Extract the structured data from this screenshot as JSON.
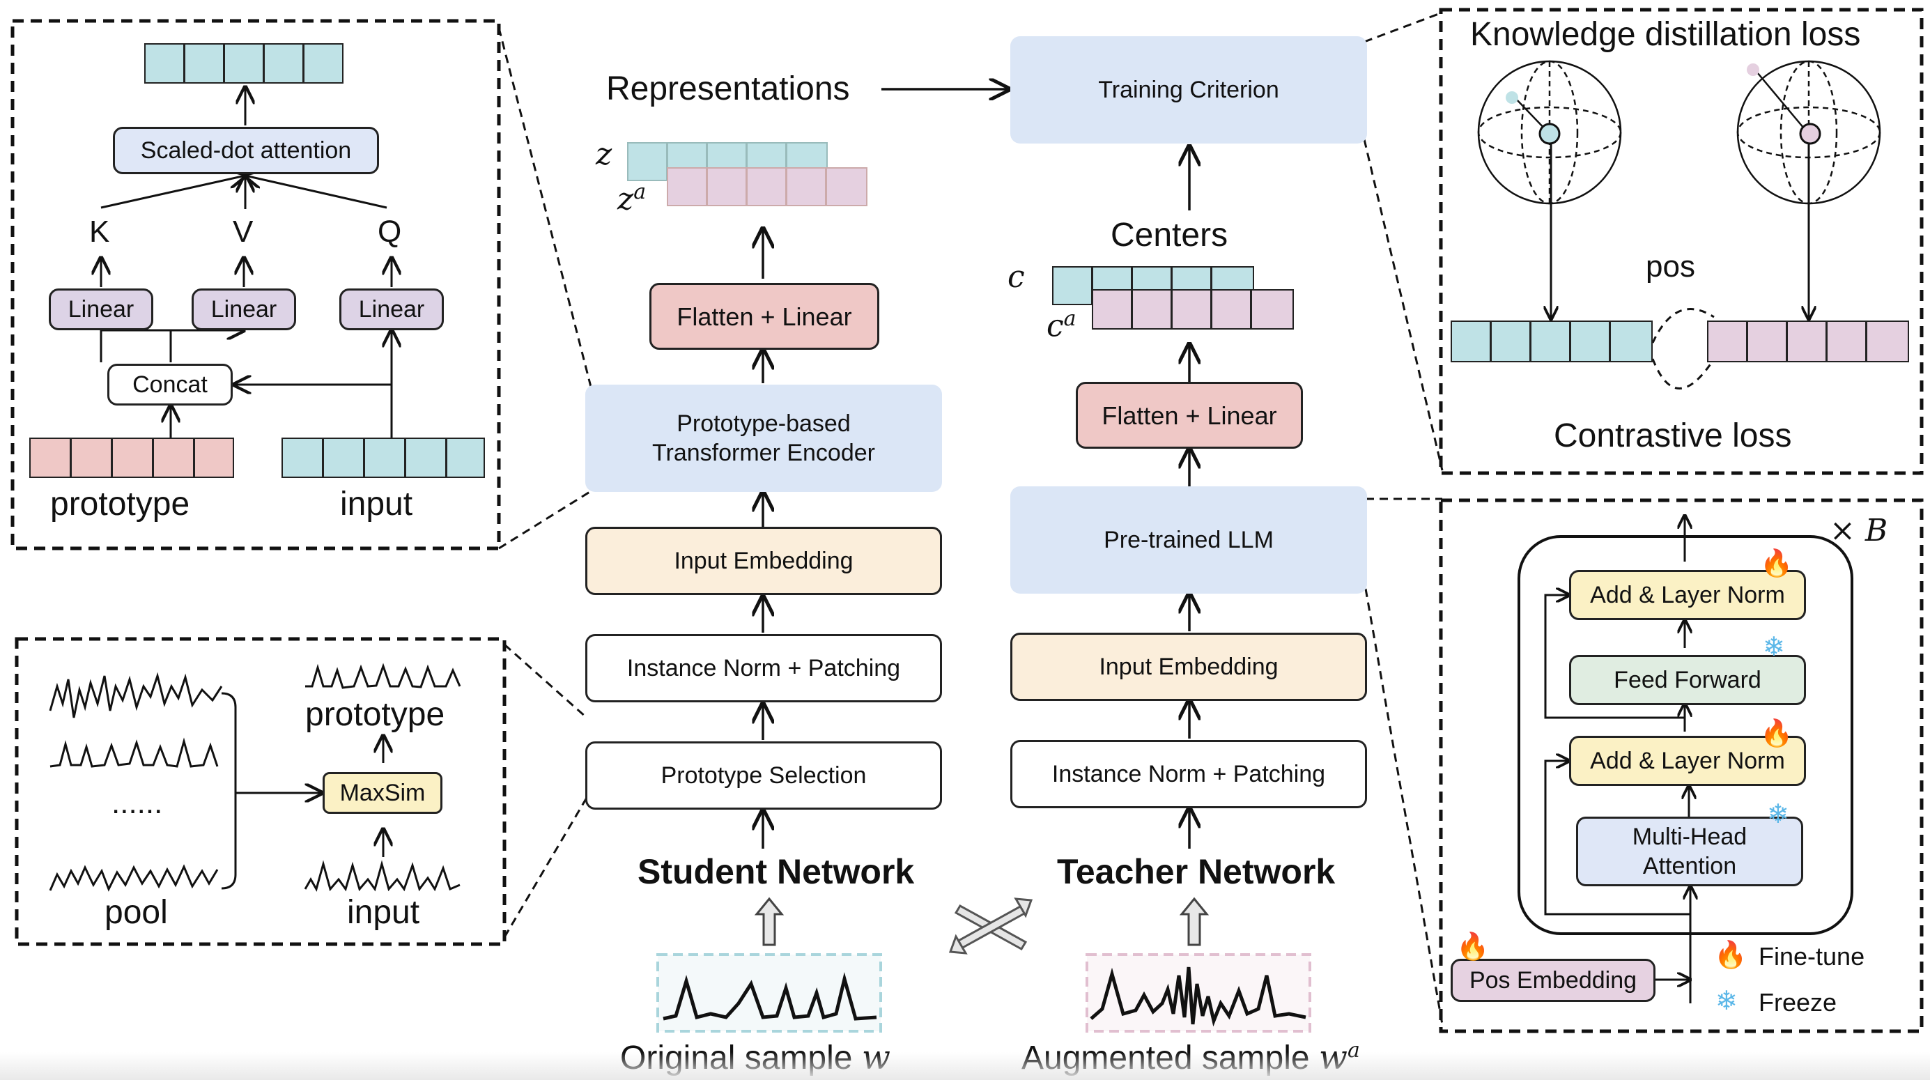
{
  "attention_panel": {
    "scaled_dot_attention": "Scaled-dot attention",
    "k": "K",
    "v": "V",
    "q": "Q",
    "linear": "Linear",
    "concat": "Concat",
    "prototype": "prototype",
    "input": "input"
  },
  "selection_panel": {
    "ellipsis": "......",
    "maxsim": "MaxSim",
    "prototype": "prototype",
    "pool": "pool",
    "input": "input"
  },
  "student": {
    "representations": "Representations",
    "z": "z",
    "z_sup": "a",
    "flatten_linear": "Flatten + Linear",
    "encoder_line1": "Prototype-based",
    "encoder_line2": "Transformer Encoder",
    "input_embedding": "Input Embedding",
    "norm_patching": "Instance Norm +  Patching",
    "prototype_selection": "Prototype Selection",
    "network": "Student Network",
    "sample_prefix": "Original sample ",
    "sample_var": "w"
  },
  "teacher": {
    "training_criterion": "Training Criterion",
    "centers": "Centers",
    "c": "c",
    "c_sup": "a",
    "flatten_linear": "Flatten + Linear",
    "llm": "Pre-trained LLM",
    "input_embedding": "Input Embedding",
    "norm_patching": "Instance Norm +  Patching",
    "network": "Teacher Network",
    "sample_prefix": "Augmented sample ",
    "sample_var": "w",
    "sample_sup": "a"
  },
  "loss_panel": {
    "kd_loss": "Knowledge distillation loss",
    "pos": "pos",
    "contrastive_loss": "Contrastive loss"
  },
  "llm_panel": {
    "times": "×",
    "b": "B",
    "add_norm_top": "Add & Layer Norm",
    "feed_forward": "Feed Forward",
    "add_norm_bottom": "Add & Layer Norm",
    "mha_line1": "Multi-Head",
    "mha_line2": "Attention",
    "pos_embedding": "Pos Embedding",
    "fine_tune": "Fine-tune",
    "freeze": "Freeze"
  },
  "icons": {
    "fire": "fire-icon",
    "snowflake": "snowflake-icon",
    "up_arrow": "hollow-up-arrow-icon",
    "swap": "crossed-arrows-icon"
  },
  "colors": {
    "teal": "#bfe2e6",
    "pink": "#e5d0e0",
    "red": "#efc8c6",
    "blue_box": "#dbe6f6",
    "peach": "#fbeedb",
    "lavender": "#ddd3e6",
    "yellow": "#fbf1c5",
    "green": "#e0ede1"
  }
}
